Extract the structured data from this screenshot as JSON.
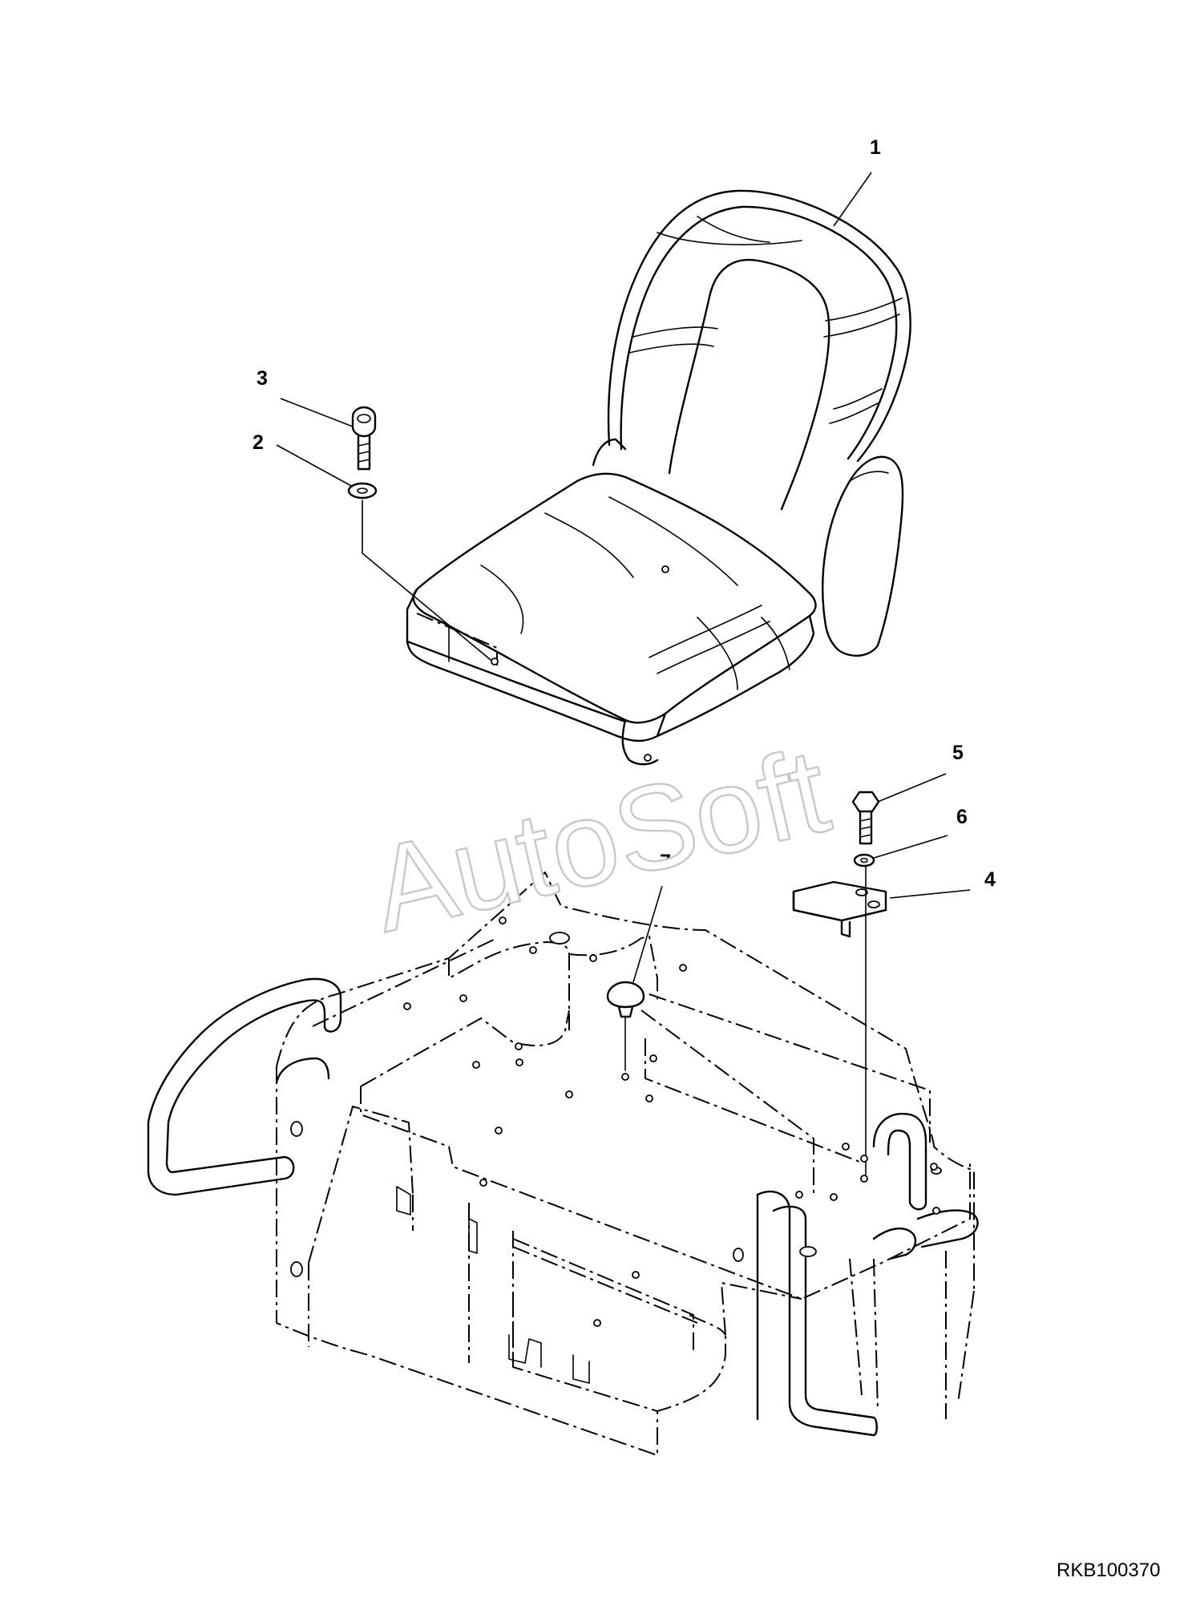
{
  "callouts": [
    {
      "id": "1",
      "label": "1"
    },
    {
      "id": "2",
      "label": "2"
    },
    {
      "id": "3",
      "label": "3"
    },
    {
      "id": "4",
      "label": "4"
    },
    {
      "id": "5",
      "label": "5"
    },
    {
      "id": "6",
      "label": "6"
    },
    {
      "id": "7",
      "label": "7"
    }
  ],
  "watermark": "AutoSoft",
  "drawing_ref": "RKB100370",
  "icons": {
    "seat": "seat-assembly-icon",
    "bolt": "bolt-icon",
    "washer": "washer-icon",
    "bracket": "bracket-icon",
    "plug": "plug-icon",
    "frame": "seat-stand-frame-icon"
  }
}
